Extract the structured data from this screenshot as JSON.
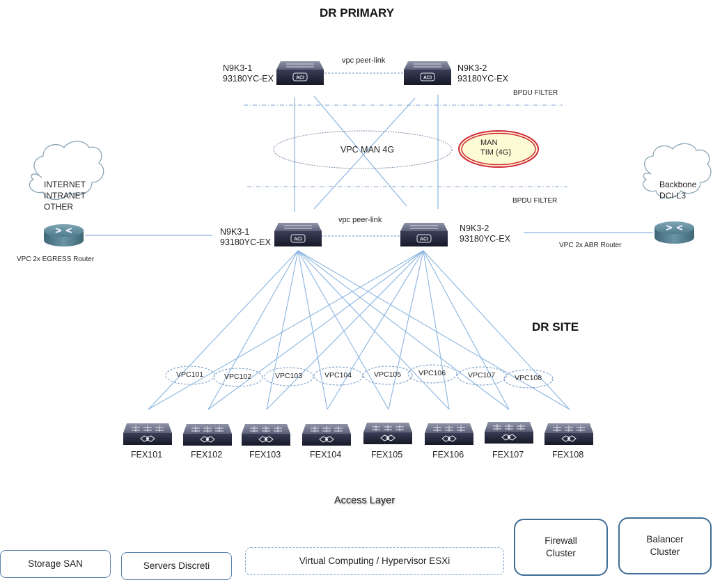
{
  "title": "DR PRIMARY",
  "site_label": "DR SITE",
  "access_layer_label": "Access Layer",
  "colors": {
    "link": "#8ab4e0",
    "dashed": "#6f95c2",
    "switch_body": "#2b2f45",
    "switch_top": "#7c8197",
    "router": "#5f8a99",
    "man_ring": "#d0283a",
    "man_fill": "#fdfbd4",
    "box_border": "#5b84ad"
  },
  "core_top": {
    "peer_link_label": "vpc peer-link",
    "switches": [
      {
        "name": "N9K3-1",
        "model": "93180YC-EX",
        "icon": "aci-switch-icon"
      },
      {
        "name": "N9K3-2",
        "model": "93180YC-EX",
        "icon": "aci-switch-icon"
      }
    ]
  },
  "core_bottom": {
    "peer_link_label": "vpc peer-link",
    "switches": [
      {
        "name": "N9K3-1",
        "model": "93180YC-EX",
        "icon": "aci-switch-icon"
      },
      {
        "name": "N9K3-2",
        "model": "93180YC-EX",
        "icon": "aci-switch-icon"
      }
    ]
  },
  "bpdu_filter_labels": [
    "BPDU FILTER",
    "BPDU FILTER"
  ],
  "vpc_man": {
    "label": "VPC MAN 4G"
  },
  "man_tim": {
    "line1": "MAN",
    "line2": "TIM (4G)"
  },
  "left_cloud": {
    "lines": [
      "INTERNET",
      "INTRANET",
      "OTHER"
    ],
    "router_label": "VPC 2x EGRESS Router"
  },
  "right_cloud": {
    "lines": [
      "Backbone",
      "DCI-L3"
    ],
    "router_label": "VPC 2x ABR Router"
  },
  "vpcs": [
    "VPC101",
    "VPC102",
    "VPC103",
    "VPC104",
    "VPC105",
    "VPC106",
    "VPC107",
    "VPC108"
  ],
  "fexes": [
    "FEX101",
    "FEX102",
    "FEX103",
    "FEX104",
    "FEX105",
    "FEX106",
    "FEX107",
    "FEX108"
  ],
  "access_boxes": [
    {
      "label": "Storage SAN"
    },
    {
      "label": "Servers Discreti"
    },
    {
      "label": "Virtual Computing / Hypervisor ESXi"
    },
    {
      "line1": "Firewall",
      "line2": "Cluster"
    },
    {
      "line1": "Balancer",
      "line2": "Cluster"
    }
  ]
}
